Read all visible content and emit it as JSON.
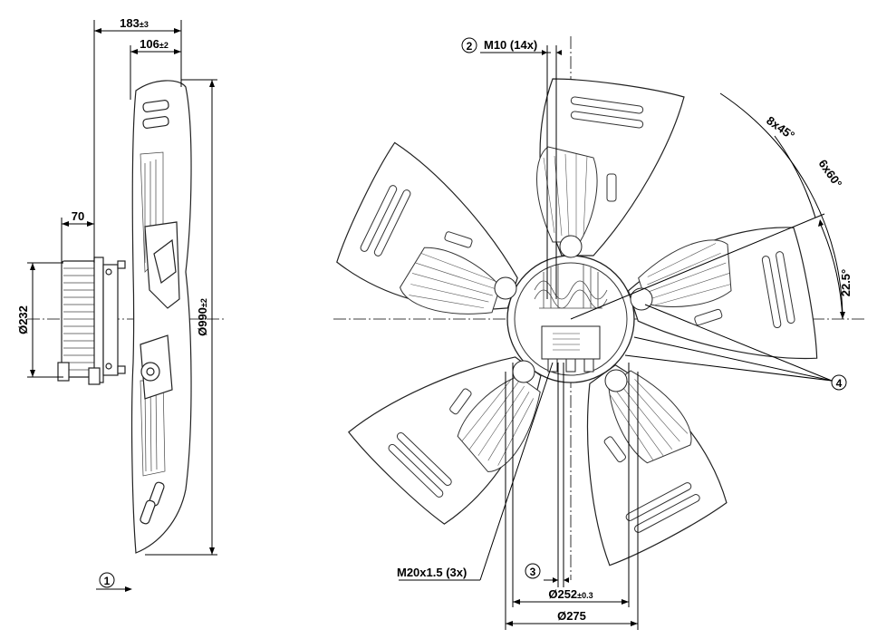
{
  "side_view": {
    "dim_overall_depth": {
      "value": "183",
      "tol": "±3"
    },
    "dim_depth_blade": {
      "value": "106",
      "tol": "±2"
    },
    "dim_motor_depth": "70",
    "dim_motor_diameter": "Ø232",
    "dim_blade_diameter": {
      "value": "Ø990",
      "tol": "±2"
    },
    "callout_airflow": "1"
  },
  "front_view": {
    "callout_mount_thread": {
      "num": "2",
      "label": "M10 (14x)"
    },
    "callout_cable_gland": "M20x1.5 (3x)",
    "callout_3": "3",
    "callout_4": "4",
    "angle_1": "8x45°",
    "angle_2": "6x60°",
    "angle_3": "22.5°",
    "dim_bolt_circle": {
      "value": "Ø252",
      "tol": "±0.3"
    },
    "dim_hub": "Ø275"
  }
}
